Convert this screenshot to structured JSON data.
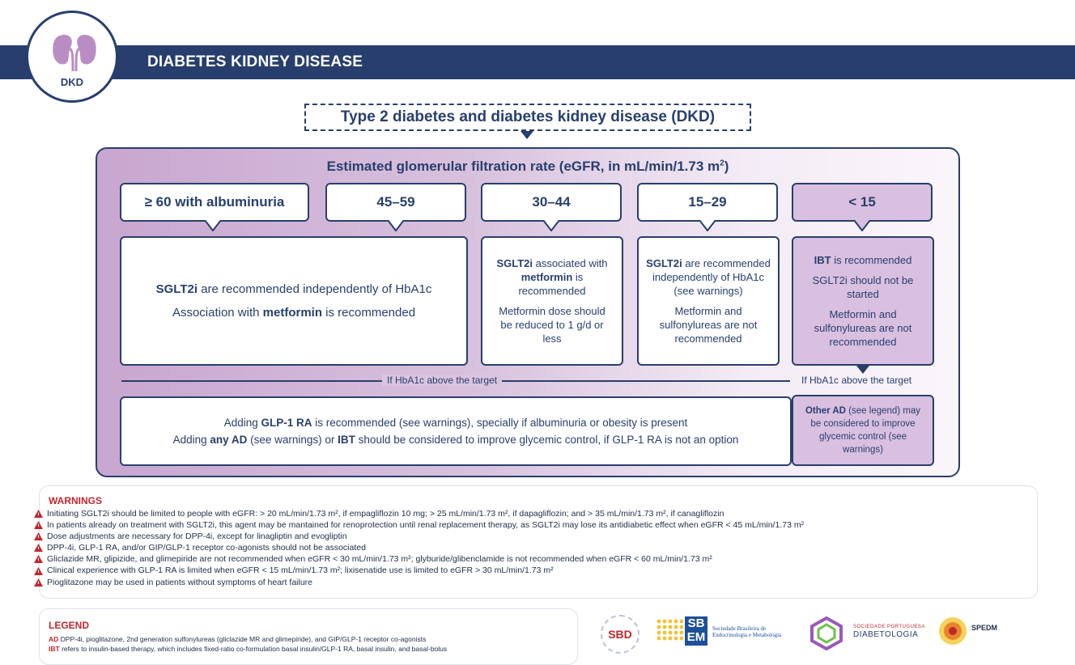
{
  "header": {
    "title": "DIABETES KIDNEY DISEASE",
    "badge": "DKD",
    "badge_icon": "kidney-icon"
  },
  "main_title": "Type 2 diabetes and diabetes kidney disease (DKD)",
  "egfr": {
    "title": "Estimated glomerular filtration rate (eGFR, in mL/min/1.73 m",
    "sup": "2",
    "title_end": ")"
  },
  "categories": [
    "≥ 60 with albuminuria",
    "45–59",
    "30–44",
    "15–29",
    "< 15"
  ],
  "boxes": {
    "b1": {
      "l1_bold": "SGLT2i",
      "l1_rest": " are recommended independently of HbA1c",
      "l2_pre": "Association with ",
      "l2_bold": "metformin",
      "l2_post": " is recommended"
    },
    "b2": {
      "l1_bold": "SGLT2i",
      "l1_mid": " associated with ",
      "l1_bold2": "metformin",
      "l1_post": " is recommended",
      "l2": "Metformin dose should be reduced to 1 g/d or less"
    },
    "b3": {
      "l1_bold": "SGLT2i",
      "l1_rest": " are recommended independently of HbA1c (see warnings)",
      "l2": "Metformin and sulfonylureas are not recommended"
    },
    "b4": {
      "l1_bold": "IBT",
      "l1_rest": " is recommended",
      "l2": "SGLT2i should not be started",
      "l3": "Metformin and sulfonylureas are not recommended"
    }
  },
  "hba1c_label": "If HbA1c above the target",
  "bottom_box": {
    "l1_pre": "Adding ",
    "l1_bold": "GLP-1 RA",
    "l1_post": " is recommended (see warnings), specially if albuminuria or obesity is present",
    "l2_pre": "Adding ",
    "l2_bold": "any AD",
    "l2_mid": " (see warnings) or ",
    "l2_bold2": "IBT",
    "l2_post": " should be considered to improve glycemic control, if GLP-1 RA is not an option"
  },
  "side_box": {
    "bold": "Other AD",
    "rest": " (see legend) may be considered to improve glycemic control (see warnings)"
  },
  "warnings": {
    "title": "WARNINGS",
    "items": [
      "Initiating SGLT2i should be limited to people with eGFR: > 20 mL/min/1.73 m², if empagliflozin 10 mg; > 25 mL/min/1.73 m², if dapagliflozin; and > 35 mL/min/1.73 m², if canagliflozin",
      "In patients already on treatment with SGLT2i, this agent may be mantained for renoprotection until renal replacement therapy, as SGLT2i may lose its antidiabetic effect when eGFR < 45 mL/min/1.73 m²",
      "Dose adjustments are necessary for DPP-4i, except for linagliptin and evogliptin",
      "DPP-4i, GLP-1 RA, and/or GIP/GLP-1 receptor co-agonists should not be associated",
      "Gliclazide MR, glipizide, and glimepiride are not recommended when eGFR < 30 mL/min/1.73 m²; glyburide/glibenclamide is not recommended when eGFR < 60 mL/min/1.73 m²",
      "Clinical experience with GLP-1 RA is limited when eGFR < 15 mL/min/1.73 m²; lixisenatide use is limited to eGFR > 30 mL/min/1.73 m²",
      "Pioglitazone may be used in patients without symptoms of heart failure"
    ]
  },
  "legend": {
    "title": "LEGEND",
    "ad_key": "AD",
    "ad_text": " DPP-4i, pioglitazone, 2nd generation sulfonylureas (gliclazide MR and glimepiride), and GIP/GLP-1 receptor co-agonists",
    "ibt_key": "IBT",
    "ibt_text": " refers to insulin-based therapy, which includes fixed-ratio co-formulation basal insulin/GLP-1 RA, basal insulin, and basal-bolus"
  },
  "logos": {
    "sbd": "SBD",
    "sbem_mark": "SB EM",
    "sbem_text_1": "Sociedade Brasileira de",
    "sbem_text_2": "Endocrinologia e Metabologia",
    "spd_small": "SOCIEDADE PORTUGUESA",
    "spd_text": "DIABETOLOGIA",
    "spedm": "SPEDM"
  },
  "colors": {
    "navy": "#283f6d",
    "purple": "#c8a6cf",
    "light_purple": "#d9bfe0",
    "warning_red": "#c0272d"
  }
}
